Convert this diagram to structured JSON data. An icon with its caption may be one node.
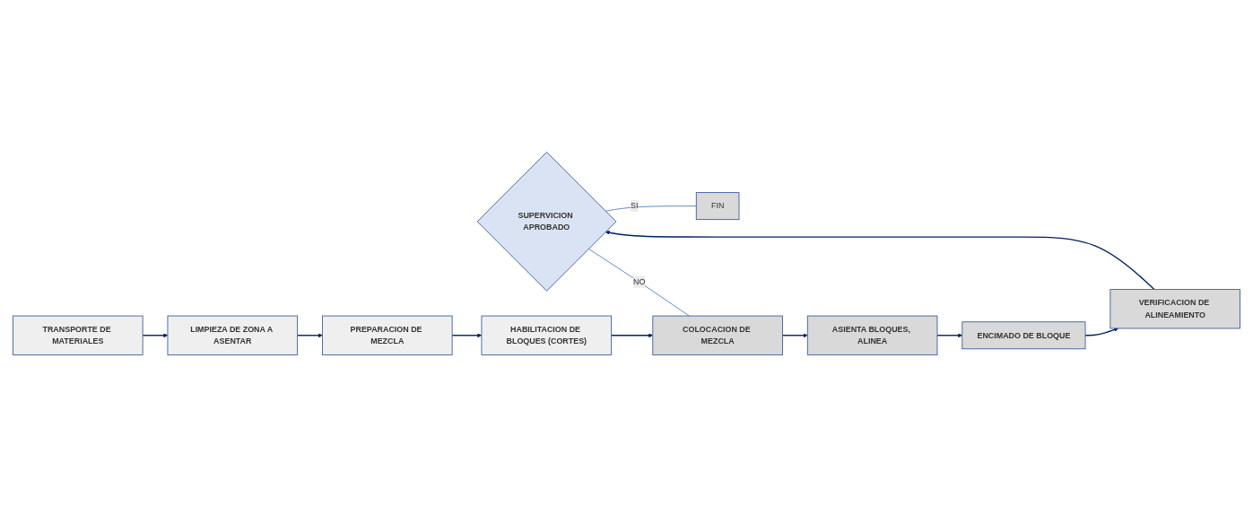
{
  "diagram": {
    "nodes": [
      {
        "text": [
          "FIN"
        ]
      },
      {
        "text": [
          "SUPERVICION APROBADO"
        ]
      },
      {
        "text": [
          "TRANSPORTE DE MATERIALES"
        ]
      },
      {
        "text": [
          "LIMPIEZA DE ZONA A ASENTAR"
        ]
      },
      {
        "text": [
          "PREPARACION DE MEZCLA"
        ]
      },
      {
        "text": [
          "HABILITACION DE BLOQUES (CORTES)"
        ]
      },
      {
        "text": [
          "COLOCACION DE MEZCLA"
        ]
      },
      {
        "text": [
          "ASIENTA BLOQUES, ALINEA"
        ]
      },
      {
        "text": [
          "ENCIMADO DE BLOQUE"
        ]
      },
      {
        "text": [
          "VERIFICACION DE ALINEAMIENTO"
        ]
      }
    ],
    "edges": [
      {
        "from": 2,
        "to": 3,
        "arrow": "to"
      },
      {
        "from": 3,
        "to": 4,
        "arrow": "to"
      },
      {
        "from": 4,
        "to": 5,
        "arrow": "to"
      },
      {
        "from": 5,
        "to": 6,
        "arrow": "to"
      },
      {
        "from": 6,
        "to": 7,
        "arrow": "to"
      },
      {
        "from": 7,
        "to": 8,
        "arrow": "to"
      },
      {
        "from": 8,
        "to": 9,
        "arrow": "to"
      },
      {
        "from": 9,
        "to": 1,
        "arrow": "to"
      },
      {
        "from": 1,
        "to": 0,
        "arrow": "none",
        "label": "SI",
        "color": "#4472c4"
      },
      {
        "from": 1,
        "to": 6,
        "arrow": "none",
        "label": "NO",
        "color": "#4472c4"
      }
    ]
  }
}
